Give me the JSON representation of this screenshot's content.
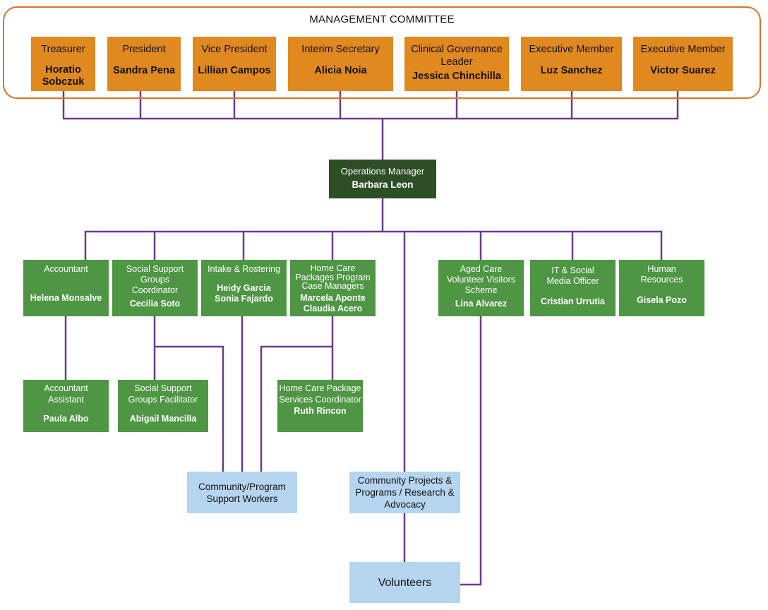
{
  "committee": {
    "title": "MANAGEMENT COMMITTEE",
    "members": [
      {
        "role": "Treasurer",
        "name": "Horatio Sobczuk"
      },
      {
        "role": "President",
        "name": "Sandra Pena"
      },
      {
        "role": "Vice President",
        "name": "Lillian Campos"
      },
      {
        "role": "Interim Secretary",
        "name": "Alicia Noia"
      },
      {
        "role": "Clinical Governance Leader",
        "name": "Jessica Chinchilla"
      },
      {
        "role": "Executive Member",
        "name": "Luz Sanchez"
      },
      {
        "role": "Executive Member",
        "name": "Victor Suarez"
      }
    ]
  },
  "operations": {
    "role": "Operations Manager",
    "name": "Barbara Leon"
  },
  "staff": [
    {
      "role": "Accountant",
      "name": "Helena Monsalve"
    },
    {
      "role": "Social Support Groups Coordinator",
      "name": "Cecilia Soto"
    },
    {
      "role": "Intake & Rostering",
      "name": "Heidy Garcia\nSonia Fajardo"
    },
    {
      "role": "Home Care Packages Program Case Managers",
      "name": "Marcela Aponte\nClaudia Acero"
    },
    {
      "role": "Aged Care Volunteer Visitors Scheme",
      "name": "Lina Alvarez"
    },
    {
      "role": "IT & Social Media Officer",
      "name": "Cristian Urrutia"
    },
    {
      "role": "Human Resources",
      "name": "Gisela Pozo"
    }
  ],
  "sub_staff": [
    {
      "role": "Accountant Assistant",
      "name": "Paula Albo"
    },
    {
      "role": "Social Support Groups Facilitator",
      "name": "Abigail Mancilla"
    },
    {
      "role": "Home Care Package Services Coordinator",
      "name": "Ruth Rincon"
    }
  ],
  "groups": {
    "support_workers": "Community/Program Support Workers",
    "projects": "Community Projects & Programs / Research & Advocacy",
    "volunteers": "Volunteers"
  },
  "colors": {
    "committee_border": "#d9742b",
    "committee_box": "#e0891f",
    "operations_box": "#2e4f26",
    "staff_box": "#4e9644",
    "group_box": "#b5d4f0",
    "connector": "#6d3a8c"
  }
}
